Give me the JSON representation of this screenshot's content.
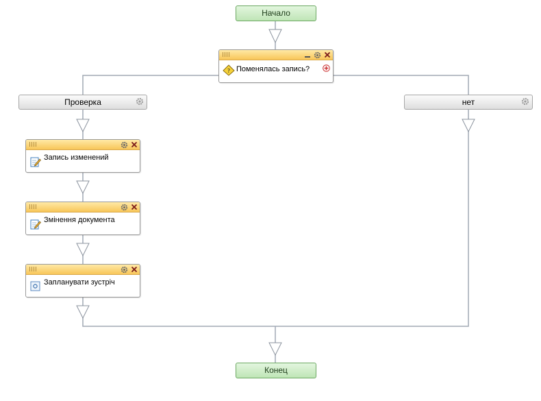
{
  "flow": {
    "start_label": "Начало",
    "end_label": "Конец",
    "condition": {
      "label": "Поменялась запись?",
      "icon": "decision-icon"
    },
    "branches": [
      {
        "label": "Проверка"
      },
      {
        "label": "нет"
      }
    ],
    "actions": [
      {
        "label": "Запись изменений",
        "icon": "edit-record-icon"
      },
      {
        "label": "Змінення документа",
        "icon": "edit-document-icon"
      },
      {
        "label": "Запланувати зустріч",
        "icon": "schedule-meeting-icon"
      }
    ]
  },
  "colors": {
    "terminal_fill": "#c8ebc1",
    "card_header": "#f8c659",
    "connector": "#a0a8b4",
    "close_icon": "#7a1a1a"
  }
}
